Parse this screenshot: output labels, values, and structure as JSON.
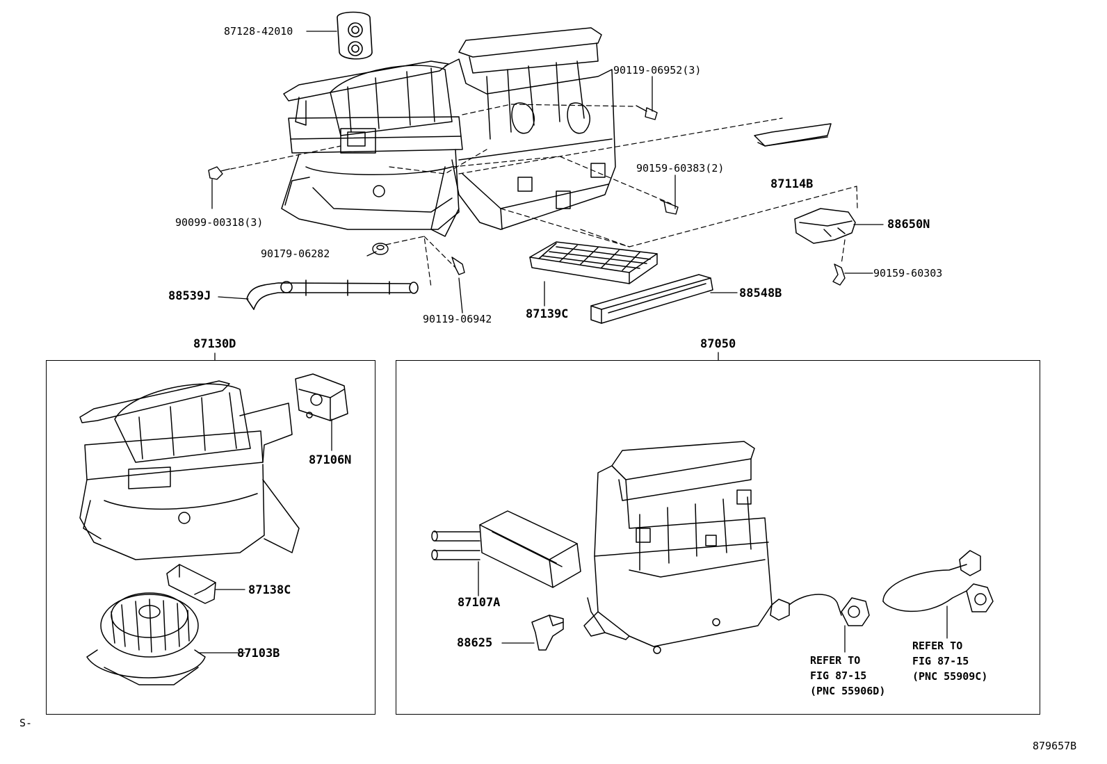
{
  "labels": {
    "p87128": "87128-42010",
    "p90119a": "90119-06952(3)",
    "p90159a": "90159-60383(2)",
    "p87114": "87114B",
    "p90099": "90099-00318(3)",
    "p88650": "88650N",
    "p90179": "90179-06282",
    "p90159b": "90159-60303",
    "p88539": "88539J",
    "p88548": "88548B",
    "p87139": "87139C",
    "p90119b": "90119-06942",
    "p87130": "87130D",
    "p87050": "87050",
    "p87106": "87106N",
    "p87138": "87138C",
    "p87103": "87103B",
    "p87107": "87107A",
    "p88625": "88625",
    "ref1": "REFER TO\nFIG 87-15\n(PNC 55906D)",
    "ref2": "REFER TO\nFIG 87-15\n(PNC 55909C)",
    "corner_left": "S-",
    "corner_right": "879657B"
  }
}
